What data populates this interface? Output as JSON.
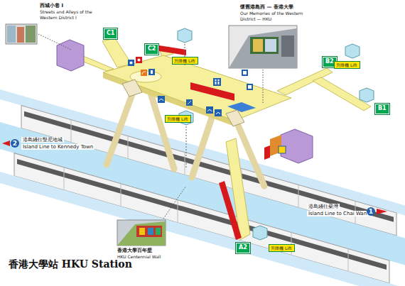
{
  "diagram": {
    "title": "香港大學站 HKU Station",
    "nodes": [
      {
        "text": [
          "西城小巷 I",
          "Streets and Alleys of the Western District I"
        ]
      },
      {
        "text": [
          "C1"
        ]
      },
      {
        "text": [
          "C2"
        ]
      },
      {
        "text": [
          "升降機",
          "Lift"
        ]
      },
      {
        "text": [
          "懷舊港島西 — 香港大學",
          "Our Memories of the Western District — HKU"
        ]
      },
      {
        "text": [
          "B2"
        ]
      },
      {
        "text": [
          "升降機",
          "Lift"
        ]
      },
      {
        "text": [
          "B1"
        ]
      },
      {
        "text": [
          "升降機",
          "Lift"
        ]
      },
      {
        "text": [
          "香港大學百年壁",
          "HKU Centennial Wall"
        ]
      },
      {
        "text": [
          "A2"
        ]
      },
      {
        "text": [
          "升降機",
          "Lift"
        ]
      }
    ],
    "labels": [
      "2",
      "港島綫往堅尼地城",
      "Island Line to Kennedy Town",
      "港島綫往柴灣",
      "Island Line to Chai Wan",
      "1"
    ]
  }
}
